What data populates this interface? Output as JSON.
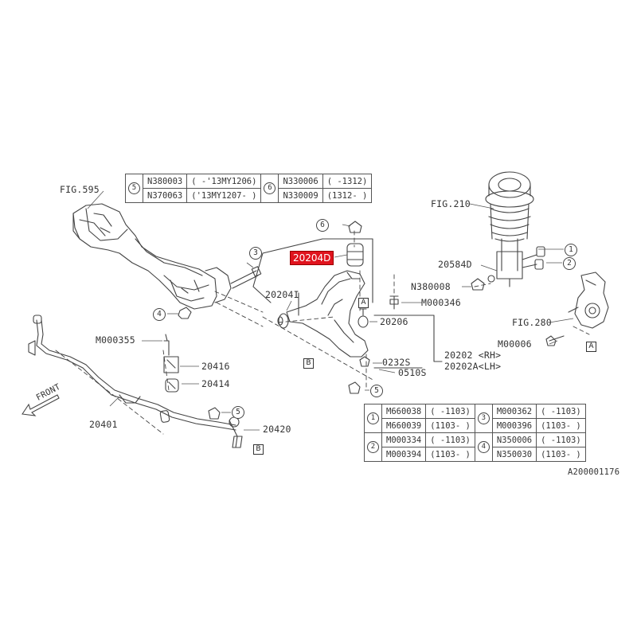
{
  "labels": {
    "fig595": "FIG.595",
    "fig210": "FIG.210",
    "fig280": "FIG.280",
    "p20584D": "20584D",
    "pN380008": "N380008",
    "pM000346": "M000346",
    "pM000006": "M00006",
    "p20204I": "20204I",
    "p20206": "20206",
    "p0232S": "0232S",
    "p0510S": "0510S",
    "p20202": "20202 <RH>",
    "p20202A": "20202A<LH>",
    "pM000355": "M000355",
    "p20416": "20416",
    "p20414": "20414",
    "p20401": "20401",
    "p20420": "20420",
    "front": "FRONT",
    "highlight": "20204D",
    "catalog_id": "A200001176"
  },
  "callouts": {
    "c1": "1",
    "c2": "2",
    "c3": "3",
    "c4": "4",
    "c5a": "5",
    "c5b": "5",
    "c5c": "5",
    "c6": "6"
  },
  "boxrefs": {
    "a1": "A",
    "a2": "A",
    "b1": "B",
    "b2": "B"
  },
  "table_top": {
    "rows": [
      [
        "5",
        "N380003",
        "( -'13MY1206)",
        "6",
        "N330006",
        "( -1312)"
      ],
      [
        "",
        "N370063",
        "('13MY1207- )",
        "",
        "N330009",
        "(1312- )"
      ]
    ]
  },
  "table_bottom": {
    "rows": [
      [
        "1",
        "M660038",
        "( -1103)",
        "3",
        "M000362",
        "( -1103)"
      ],
      [
        "",
        "M660039",
        "(1103- )",
        "",
        "M000396",
        "(1103- )"
      ],
      [
        "2",
        "M000334",
        "( -1103)",
        "4",
        "N350006",
        "( -1103)"
      ],
      [
        "",
        "M000394",
        "(1103- )",
        "",
        "N350030",
        "(1103- )"
      ]
    ]
  }
}
